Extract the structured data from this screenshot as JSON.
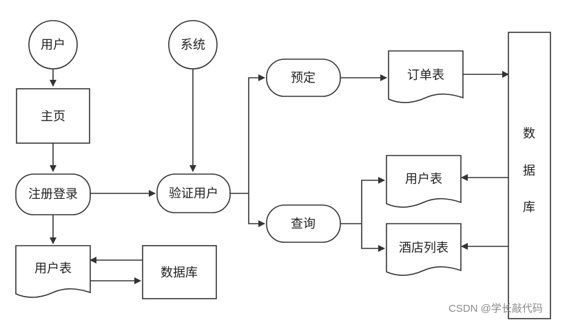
{
  "nodes": {
    "user": "用户",
    "system": "系统",
    "homepage": "主页",
    "register_login": "注册登录",
    "verify_user": "验证用户",
    "reserve": "预定",
    "query": "查询",
    "order_table": "订单表",
    "user_table_right": "用户表",
    "hotel_list_table": "酒店列表",
    "user_table_left": "用户表",
    "database_left": "数据库",
    "database_right": [
      "数",
      "据",
      "库"
    ]
  },
  "watermark": "CSDN @学长敲代码",
  "colors": {
    "stroke": "#333333",
    "text": "#222222",
    "watermark": "#8a8a8a"
  }
}
